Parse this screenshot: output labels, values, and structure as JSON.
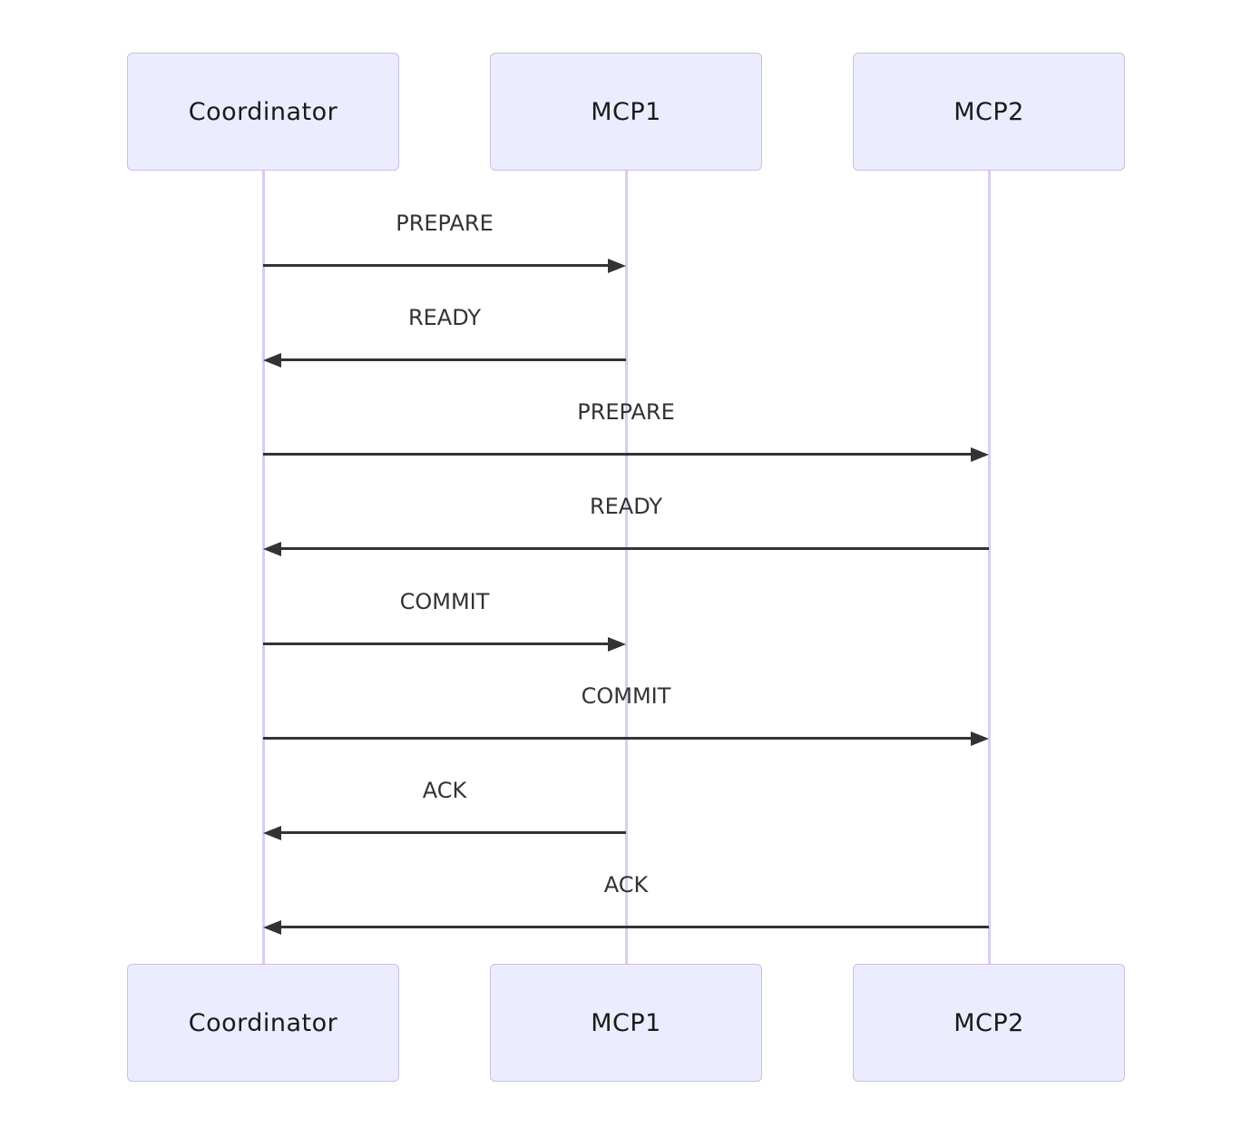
{
  "diagram": {
    "type": "sequence",
    "actors": [
      {
        "id": "Coordinator",
        "label": "Coordinator"
      },
      {
        "id": "MCP1",
        "label": "MCP1"
      },
      {
        "id": "MCP2",
        "label": "MCP2"
      }
    ],
    "messages": [
      {
        "from": "Coordinator",
        "to": "MCP1",
        "label": "PREPARE",
        "line": "solid"
      },
      {
        "from": "MCP1",
        "to": "Coordinator",
        "label": "READY",
        "line": "solid"
      },
      {
        "from": "Coordinator",
        "to": "MCP2",
        "label": "PREPARE",
        "line": "solid"
      },
      {
        "from": "MCP2",
        "to": "Coordinator",
        "label": "READY",
        "line": "solid"
      },
      {
        "from": "Coordinator",
        "to": "MCP1",
        "label": "COMMIT",
        "line": "solid"
      },
      {
        "from": "Coordinator",
        "to": "MCP2",
        "label": "COMMIT",
        "line": "solid"
      },
      {
        "from": "MCP1",
        "to": "Coordinator",
        "label": "ACK",
        "line": "solid"
      },
      {
        "from": "MCP2",
        "to": "Coordinator",
        "label": "ACK",
        "line": "solid"
      }
    ],
    "colors": {
      "background": "#ffffff",
      "actor_fill": "#ECECFF",
      "actor_border": "#C9BEE6",
      "lifeline": "#D9CDEF",
      "arrow": "#333333",
      "message_text": "#333333",
      "actor_text": "#1a1a1a"
    }
  }
}
